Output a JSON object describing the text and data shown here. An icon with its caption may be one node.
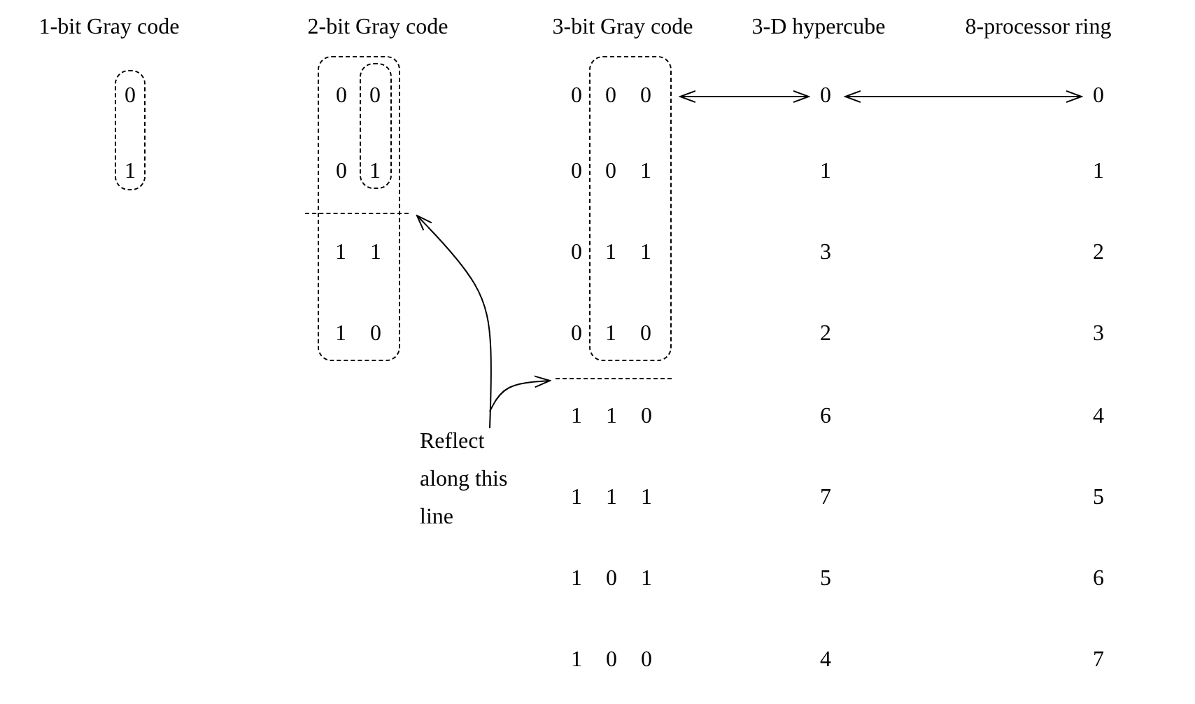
{
  "diagram": {
    "nodes": [
      {
        "text": [
          "0",
          "1"
        ]
      },
      {
        "text": [
          "0",
          "0",
          "1 1",
          "1 0"
        ]
      },
      {
        "text": [
          "0",
          "1"
        ],
        "in": 1
      },
      {
        "text": [
          "0 0",
          "0 1",
          "1 1",
          "1 0"
        ]
      },
      {
        "text": [
          "0"
        ]
      },
      {
        "text": [
          "0"
        ]
      },
      {
        "text": [
          "Reflect along this line"
        ]
      },
      {
        "text": [],
        "shape": "line"
      },
      {
        "text": [],
        "shape": "line"
      }
    ],
    "edges": [
      {
        "from": 3,
        "to": 4,
        "arrow": "both"
      },
      {
        "from": 4,
        "to": 5,
        "arrow": "both"
      },
      {
        "from": 6,
        "to": 7,
        "arrow": "to"
      },
      {
        "from": 6,
        "to": 8,
        "arrow": "to"
      }
    ],
    "labels": [
      "1-bit Gray code",
      "2-bit Gray code",
      "3-bit Gray code",
      "3-D hypercube",
      "8-processor ring",
      "0",
      "0",
      "1",
      "1",
      "0",
      "3",
      "2",
      "0",
      "2",
      "3",
      "1 1 0",
      "6",
      "4",
      "1 1 1",
      "7",
      "5",
      "1 0 1",
      "5",
      "6",
      "1 0 0",
      "4",
      "7"
    ]
  }
}
